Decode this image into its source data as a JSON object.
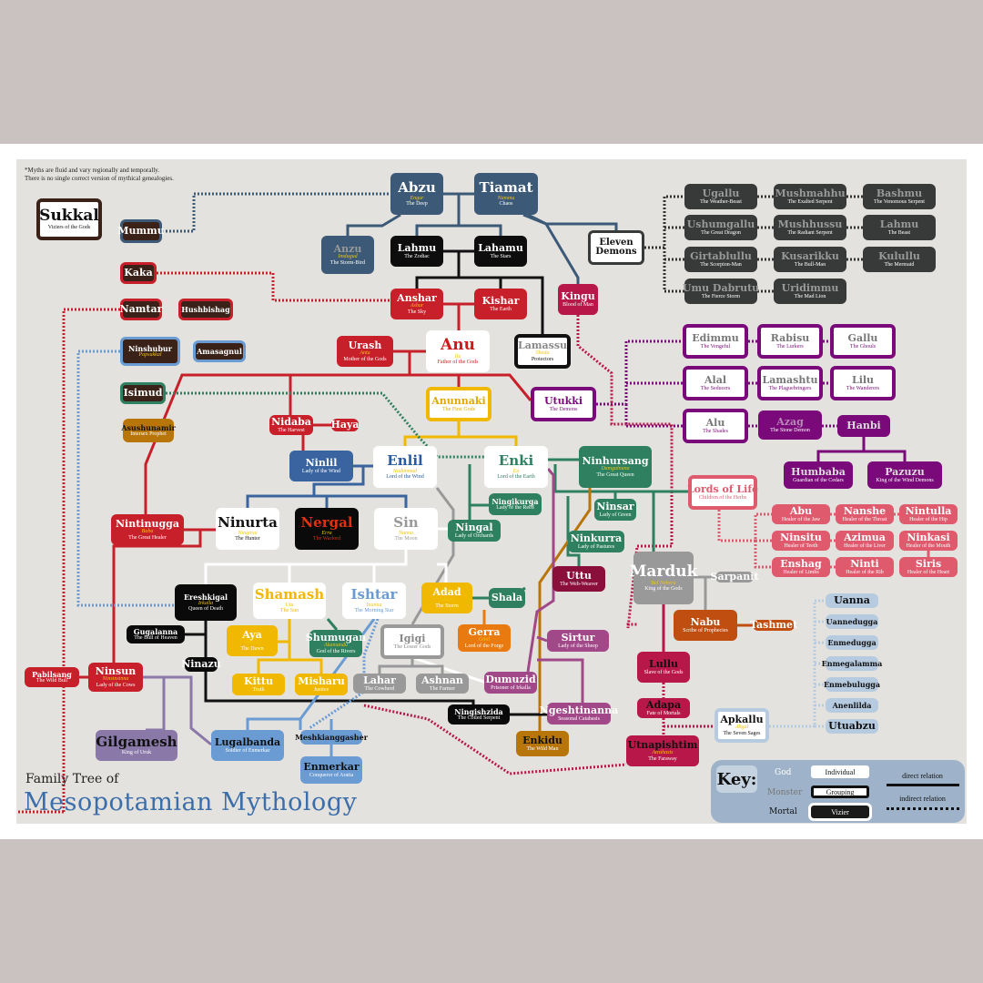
{
  "poster": {
    "note_line1": "*Myths are fluid and vary regionally and temporally.",
    "note_line2": "There is no single correct version of mythical genealogies.",
    "title_small": "Family Tree of",
    "title_big": "Mesopotamian Mythology"
  },
  "colors": {
    "primordial": "#3c5a78",
    "black": "#111111",
    "red": "#c8202a",
    "crimson": "#b8174a",
    "yellow": "#f0b800",
    "purple": "#7a0a7a",
    "green": "#2e8060",
    "grey": "#999999",
    "blue": "#3a64a0",
    "lightblue": "#6a9bd2",
    "pink": "#e05a6e",
    "lavender": "#8a79a8",
    "brown": "#3a2218",
    "ochre": "#b8760a",
    "orange": "#e87a10",
    "rust": "#c04e10",
    "magenta": "#a04888",
    "darkgrey": "#383a3a",
    "wine": "#8a0f3a",
    "sage": "#b7cbe0"
  },
  "nodes": [
    {
      "id": "sukkal",
      "name": "Sukkal",
      "desc": "Viziers of the Gods"
    },
    {
      "id": "mummu",
      "name": "Mummu"
    },
    {
      "id": "kaka",
      "name": "Kaka"
    },
    {
      "id": "namtar",
      "name": "Namtar"
    },
    {
      "id": "hushbishag",
      "name": "Hushbishag"
    },
    {
      "id": "ninshubur",
      "name": "Ninshubur",
      "alt": "Papsukkal"
    },
    {
      "id": "amasagnul",
      "name": "Amasagnul"
    },
    {
      "id": "isimud",
      "name": "Isimud"
    },
    {
      "id": "asushunamir",
      "name": "Asushunamir",
      "desc": "Intersex Prophet"
    },
    {
      "id": "abzu",
      "name": "Abzu",
      "alt": "Engur",
      "desc": "The Deep"
    },
    {
      "id": "tiamat",
      "name": "Tiamat",
      "alt": "Nammu",
      "desc": "Chaos"
    },
    {
      "id": "anzu",
      "name": "Anzu",
      "alt": "Imdugud",
      "desc": "The Storm-Bird"
    },
    {
      "id": "lahmu",
      "name": "Lahmu",
      "desc": "The Zodiac"
    },
    {
      "id": "lahamu",
      "name": "Lahamu",
      "desc": "The Stars"
    },
    {
      "id": "eleven",
      "name": "Eleven Demons"
    },
    {
      "id": "ugallu",
      "name": "Ugallu",
      "desc": "The Weather-Beast"
    },
    {
      "id": "mushmahhu",
      "name": "Mushmahhu",
      "desc": "The Exalted Serpent"
    },
    {
      "id": "bashmu",
      "name": "Bashmu",
      "desc": "The Venomous Serpent"
    },
    {
      "id": "ushumgallu",
      "name": "Ushumgallu",
      "desc": "The Great Dragon"
    },
    {
      "id": "mushhussu",
      "name": "Mushhussu",
      "desc": "The Radiant Serpent"
    },
    {
      "id": "lahmu2",
      "name": "Lahmu",
      "desc": "The Beast"
    },
    {
      "id": "girtablullu",
      "name": "Girtablullu",
      "desc": "The Scorpion-Man"
    },
    {
      "id": "kusarikku",
      "name": "Kusarikku",
      "desc": "The Bull-Man"
    },
    {
      "id": "kulullu",
      "name": "Kulullu",
      "desc": "The Mermaid"
    },
    {
      "id": "umudabrutu",
      "name": "Umu Dabrutu",
      "desc": "The Fierce Storm"
    },
    {
      "id": "uridimmu",
      "name": "Uridimmu",
      "desc": "The Mad Lion"
    },
    {
      "id": "anshar",
      "name": "Anshar",
      "alt": "Ashur",
      "desc": "The Sky"
    },
    {
      "id": "kishar",
      "name": "Kishar",
      "desc": "The Earth"
    },
    {
      "id": "kingu",
      "name": "Kingu",
      "desc": "Blood of Man"
    },
    {
      "id": "urash",
      "name": "Urash",
      "alt": "Antu",
      "desc": "Mother of the Gods"
    },
    {
      "id": "anu",
      "name": "Anu",
      "alt": "Ilu",
      "desc": "Father of the Gods"
    },
    {
      "id": "lamassu",
      "name": "Lamassu",
      "alt": "Shedu",
      "desc": "Protectors"
    },
    {
      "id": "edimmu",
      "name": "Edimmu",
      "desc": "The Vengeful"
    },
    {
      "id": "rabisu",
      "name": "Rabisu",
      "desc": "The Lurkers"
    },
    {
      "id": "gallu",
      "name": "Gallu",
      "desc": "The Ghouls"
    },
    {
      "id": "alal",
      "name": "Alal",
      "desc": "The Seducers"
    },
    {
      "id": "lamashtu",
      "name": "Lamashtu",
      "desc": "The Plaguebringers"
    },
    {
      "id": "lilu",
      "name": "Lilu",
      "desc": "The Wanderers"
    },
    {
      "id": "alu",
      "name": "Alu",
      "desc": "The Shades"
    },
    {
      "id": "azag",
      "name": "Azag",
      "desc": "The Stone Demon"
    },
    {
      "id": "hanbi",
      "name": "Hanbi"
    },
    {
      "id": "humbaba",
      "name": "Humbaba",
      "desc": "Guardian of the Cedars"
    },
    {
      "id": "pazuzu",
      "name": "Pazuzu",
      "desc": "King of the Wind Demons"
    },
    {
      "id": "anunnaki",
      "name": "Anunnaki",
      "desc": "The First Gods"
    },
    {
      "id": "utukki",
      "name": "Utukki",
      "desc": "The Demons"
    },
    {
      "id": "nidaba",
      "name": "Nidaba",
      "desc": "The Harvest"
    },
    {
      "id": "haya",
      "name": "Haya"
    },
    {
      "id": "ninlil",
      "name": "Ninlil",
      "desc": "Lady of the Wind"
    },
    {
      "id": "enlil",
      "name": "Enlil",
      "alt": "Nudimmud",
      "desc": "Lord of the Wind"
    },
    {
      "id": "enki",
      "name": "Enki",
      "alt": "Ea",
      "desc": "Lord of the Earth"
    },
    {
      "id": "ninhursang",
      "name": "Ninhursang",
      "alt": "Damgalnuna",
      "desc": "The Great Queen"
    },
    {
      "id": "lordsoflife",
      "name": "Lords of Life",
      "desc": "Children of the Herbs"
    },
    {
      "id": "abu",
      "name": "Abu",
      "desc": "Healer of the Jaw"
    },
    {
      "id": "nanshe",
      "name": "Nanshe",
      "desc": "Healer of the Throat"
    },
    {
      "id": "nintulla",
      "name": "Nintulla",
      "desc": "Healer of the Hip"
    },
    {
      "id": "ninsitu",
      "name": "Ninsitu",
      "desc": "Healer of Teeth"
    },
    {
      "id": "azimua",
      "name": "Azimua",
      "desc": "Healer of the Liver"
    },
    {
      "id": "ninkasi",
      "name": "Ninkasi",
      "desc": "Healer of the Mouth"
    },
    {
      "id": "enshag",
      "name": "Enshag",
      "desc": "Healer of Limbs"
    },
    {
      "id": "ninti",
      "name": "Ninti",
      "desc": "Healer of the Rib"
    },
    {
      "id": "siris",
      "name": "Siris",
      "desc": "Healer of the Heart"
    },
    {
      "id": "nintinugga",
      "name": "Nintinugga",
      "alt": "Baba",
      "desc": "The Great Healer"
    },
    {
      "id": "ninurta",
      "name": "Ninurta",
      "alt": "Ningirsu",
      "desc": "The Hunter"
    },
    {
      "id": "nergal",
      "name": "Nergal",
      "alt": "Erra",
      "desc": "The Warlord"
    },
    {
      "id": "sin",
      "name": "Sin",
      "alt": "Nanna",
      "desc": "The Moon"
    },
    {
      "id": "ningikurga",
      "name": "Ningikurga",
      "desc": "Lady of the Reed"
    },
    {
      "id": "ningal",
      "name": "Ningal",
      "desc": "Lady of Orchards"
    },
    {
      "id": "ninsar",
      "name": "Ninsar",
      "desc": "Lady of Green"
    },
    {
      "id": "ninkurra",
      "name": "Ninkurra",
      "desc": "Lady of Pastures"
    },
    {
      "id": "uttu",
      "name": "Uttu",
      "desc": "The Web-Weaver"
    },
    {
      "id": "marduk",
      "name": "Marduk",
      "alt": "Bel Neberu",
      "desc": "King of the Gods"
    },
    {
      "id": "sarpanit",
      "name": "Sarpanit"
    },
    {
      "id": "nabu",
      "name": "Nabu",
      "desc": "Scribe of Prophecies"
    },
    {
      "id": "tashmet",
      "name": "Tashmet"
    },
    {
      "id": "ereshkigal",
      "name": "Ereshkigal",
      "alt": "Irkalla",
      "desc": "Queen of Death"
    },
    {
      "id": "shamash",
      "name": "Shamash",
      "alt": "Utu",
      "desc": "The Sun"
    },
    {
      "id": "ishtar",
      "name": "Ishtar",
      "alt": "Inanna",
      "desc": "The Morning Star"
    },
    {
      "id": "adad",
      "name": "Adad",
      "alt": "Ishkur",
      "desc": "The Storm"
    },
    {
      "id": "shala",
      "name": "Shala"
    },
    {
      "id": "gugalanna",
      "name": "Gugalanna",
      "desc": "The Bull of Heaven"
    },
    {
      "id": "aya",
      "name": "Aya",
      "alt": "Sherida",
      "desc": "The Dawn"
    },
    {
      "id": "shumugan",
      "name": "Shumugan",
      "alt": "Akamandu",
      "desc": "God of the Rivers"
    },
    {
      "id": "igigi",
      "name": "Igigi",
      "desc": "The Lesser Gods"
    },
    {
      "id": "gerra",
      "name": "Gerra",
      "alt": "Gibil",
      "desc": "Lord of the Forge"
    },
    {
      "id": "sirtur",
      "name": "Sirtur",
      "desc": "Lady of the Sheep"
    },
    {
      "id": "ninazu",
      "name": "Ninazu"
    },
    {
      "id": "kittu",
      "name": "Kittu",
      "desc": "Truth"
    },
    {
      "id": "misharu",
      "name": "Misharu",
      "desc": "Justice"
    },
    {
      "id": "lahar",
      "name": "Lahar",
      "desc": "The Cowherd"
    },
    {
      "id": "ashnan",
      "name": "Ashnan",
      "desc": "The Farmer"
    },
    {
      "id": "dumuzid",
      "name": "Dumuzid",
      "desc": "Prisoner of Irkalla"
    },
    {
      "id": "lullu",
      "name": "Lullu",
      "desc": "Slave of the Gods"
    },
    {
      "id": "pabilsang",
      "name": "Pabilsang",
      "desc": "The Wild Bull"
    },
    {
      "id": "ninsun",
      "name": "Ninsun",
      "alt": "Ninsinsinna",
      "desc": "Lady of the Cows"
    },
    {
      "id": "ningishzida",
      "name": "Ningishzida",
      "desc": "The Coiled Serpent"
    },
    {
      "id": "ngeshtinanna",
      "name": "Ngeshtinanna",
      "desc": "Seasonal Catabasis"
    },
    {
      "id": "adapa",
      "name": "Adapa",
      "desc": "Fate of Mortals"
    },
    {
      "id": "apkallu",
      "name": "Apkallu",
      "alt": "Abgal",
      "desc": "The Seven Sages"
    },
    {
      "id": "gilgamesh",
      "name": "Gilgamesh",
      "desc": "King of Uruk"
    },
    {
      "id": "lugalbanda",
      "name": "Lugalbanda",
      "desc": "Soldier of Enmerkar"
    },
    {
      "id": "meshkianggasher",
      "name": "Meshkianggasher"
    },
    {
      "id": "enmerkar",
      "name": "Enmerkar",
      "desc": "Conqueror of Aratta"
    },
    {
      "id": "enkidu",
      "name": "Enkidu",
      "desc": "The Wild Man"
    },
    {
      "id": "utnapishtim",
      "name": "Utnapishtim",
      "alt": "Atrahasis",
      "desc": "The Faraway"
    },
    {
      "id": "uanna",
      "name": "Uanna"
    },
    {
      "id": "uannedugga",
      "name": "Uannedugga"
    },
    {
      "id": "enmedugga",
      "name": "Enmedugga"
    },
    {
      "id": "enmegalamma",
      "name": "Enmegalamma"
    },
    {
      "id": "enmebulugga",
      "name": "Enmebulugga"
    },
    {
      "id": "anenlilda",
      "name": "Anenlilda"
    },
    {
      "id": "utuabzu",
      "name": "Utuabzu"
    }
  ],
  "key": {
    "title": "Key:",
    "god": "God",
    "monster": "Monster",
    "mortal": "Mortal",
    "individual": "Individual",
    "grouping": "Grouping",
    "vizier": "Vizier",
    "direct": "direct relation",
    "indirect": "indirect relation"
  }
}
